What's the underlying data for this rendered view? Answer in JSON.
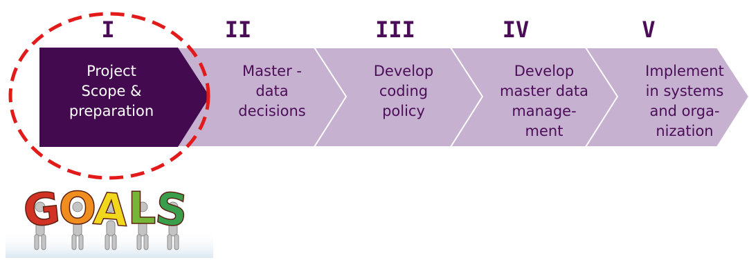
{
  "process": {
    "steps": [
      {
        "number": "I",
        "lines": [
          "Project",
          "Scope &",
          "preparation"
        ],
        "state": "active"
      },
      {
        "number": "II",
        "lines": [
          "Master -",
          "data",
          "decisions"
        ],
        "state": "pending"
      },
      {
        "number": "III",
        "lines": [
          "Develop",
          "coding",
          "policy"
        ],
        "state": "pending"
      },
      {
        "number": "IV",
        "lines": [
          "Develop",
          "master data",
          "manage-",
          "ment"
        ],
        "state": "pending"
      },
      {
        "number": "V",
        "lines": [
          "Implement",
          "in systems",
          "and orga-",
          "nization"
        ],
        "state": "pending"
      }
    ],
    "highlight": {
      "target_step": "I",
      "style": "red dashed circle"
    }
  },
  "illustration": {
    "icon": "goals-figures-icon",
    "letters": [
      "G",
      "O",
      "A",
      "L",
      "S"
    ]
  },
  "colors": {
    "active_fill": "#430a4f",
    "active_text": "#ffffff",
    "pending_fill": "#c6b1d0",
    "pending_stroke": "#ffffff",
    "pending_text": "#4b0d58",
    "numeral": "#4b0d58",
    "highlight": "#e21a1a",
    "letters": [
      "#d23223",
      "#ef8d1e",
      "#f1d81c",
      "#75b638",
      "#3a9f4d"
    ]
  }
}
